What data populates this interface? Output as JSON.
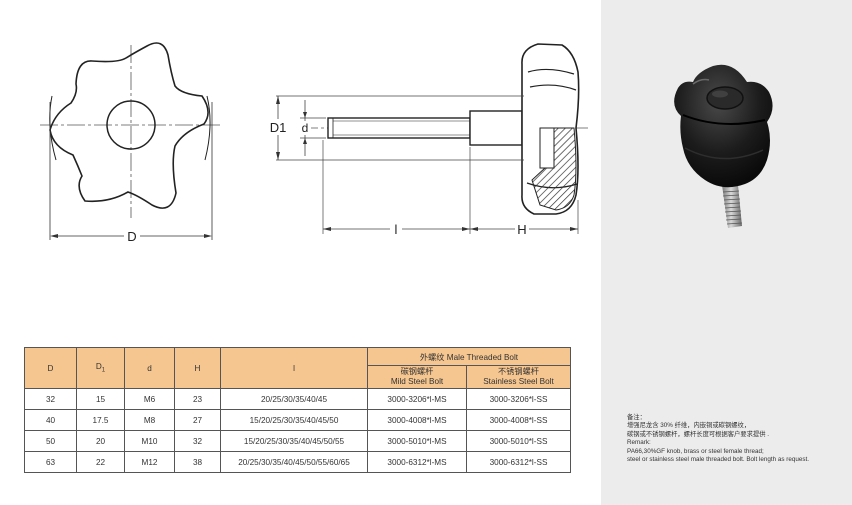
{
  "drawing_labels": {
    "diameter": "D",
    "d1": "D1",
    "d": "d",
    "length": "l",
    "height": "H"
  },
  "table": {
    "headers": {
      "D": "D",
      "D1_main": "D",
      "D1_sub": "1",
      "d": "d",
      "H": "H",
      "l": "l",
      "group": "外螺纹 Male Threaded Bolt",
      "mild_cn": "碳钢螺杆",
      "mild_en": "Mild Steel Bolt",
      "ss_cn": "不锈钢螺杆",
      "ss_en": "Stainless Steel Bolt"
    },
    "rows": [
      {
        "D": "32",
        "D1": "15",
        "d": "M6",
        "H": "23",
        "l": "20/25/30/35/40/45",
        "mild": "3000-3206*l-MS",
        "ss": "3000-3206*l-SS"
      },
      {
        "D": "40",
        "D1": "17.5",
        "d": "M8",
        "H": "27",
        "l": "15/20/25/30/35/40/45/50",
        "mild": "3000-4008*l-MS",
        "ss": "3000-4008*l-SS"
      },
      {
        "D": "50",
        "D1": "20",
        "d": "M10",
        "H": "32",
        "l": "15/20/25/30/35/40/45/50/55",
        "mild": "3000-5010*l-MS",
        "ss": "3000-5010*l-SS"
      },
      {
        "D": "63",
        "D1": "22",
        "d": "M12",
        "H": "38",
        "l": "20/25/30/35/40/45/50/55/60/65",
        "mild": "3000-6312*l-MS",
        "ss": "3000-6312*l-SS"
      }
    ]
  },
  "remark": {
    "lines": [
      "备注：",
      "增强尼龙含 30% 纤维，内嵌铜或碳钢螺纹，",
      "碳钢或不锈钢螺杆，螺杆长度可根据客户要求提供 .",
      "Remark:",
      "PA66,30%GF knob, brass or steel female thread;",
      "steel or stainless steel male threaded bolt. Bolt length as request."
    ]
  },
  "colors": {
    "header_bg": "#f6c690",
    "side_panel_bg": "#ececec",
    "knob": "#1c1c1c",
    "bolt": "#a8a8a8"
  }
}
